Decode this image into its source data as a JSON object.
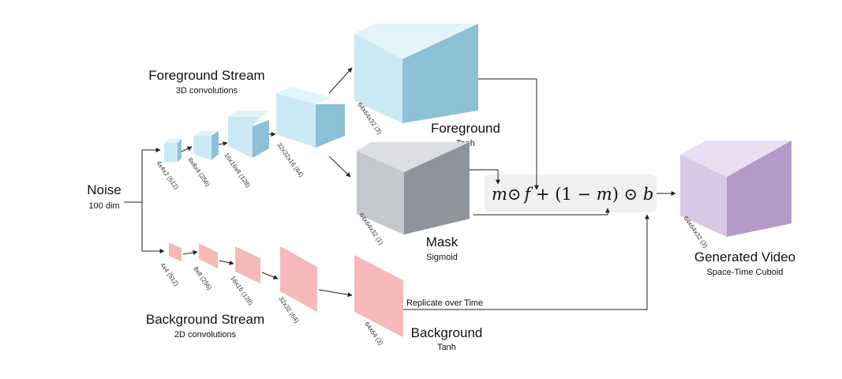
{
  "noise": {
    "title": "Noise",
    "subtitle": "100 dim"
  },
  "foreground_stream": {
    "title": "Foreground Stream",
    "subtitle": "3D convolutions",
    "layers": [
      "4x4x2 (512)",
      "8x8x4 (256)",
      "16x16x8 (128)",
      "32x32x16 (64)"
    ]
  },
  "background_stream": {
    "title": "Background Stream",
    "subtitle": "2D convolutions",
    "layers": [
      "4x4 (512)",
      "8x8 (256)",
      "16x16 (128)",
      "32x32 (64)"
    ]
  },
  "foreground_output": {
    "title": "Foreground",
    "activation": "Tanh",
    "dims": "64x64x32 (3)"
  },
  "mask_output": {
    "title": "Mask",
    "activation": "Sigmoid",
    "dims": "64x64x32 (1)"
  },
  "background_output": {
    "title": "Background",
    "activation": "Tanh",
    "dims": "64x64 (3)"
  },
  "replicate_label": "Replicate over Time",
  "equation": {
    "m": "m",
    "odot": "⊙",
    "f": "f",
    "plus": " + (1 − ",
    "m2": "m",
    "close": ") ⊙ ",
    "b": "b"
  },
  "generated_video": {
    "title": "Generated Video",
    "subtitle": "Space-Time Cuboid",
    "dims": "64x64x32 (3)"
  },
  "colors": {
    "fg_front": "#cbe9f5",
    "fg_top": "#e2f3fa",
    "fg_side": "#8dc0d6",
    "mask_front": "#c4c7cc",
    "mask_top": "#dcdee2",
    "mask_side": "#8f949b",
    "bg_front": "#f5b9b9",
    "bg_side": "#f7d2d2",
    "video_front": "#d9c7e6",
    "video_top": "#eadff2",
    "video_side": "#b49ac6",
    "equation_box": "#f0f0f0"
  }
}
